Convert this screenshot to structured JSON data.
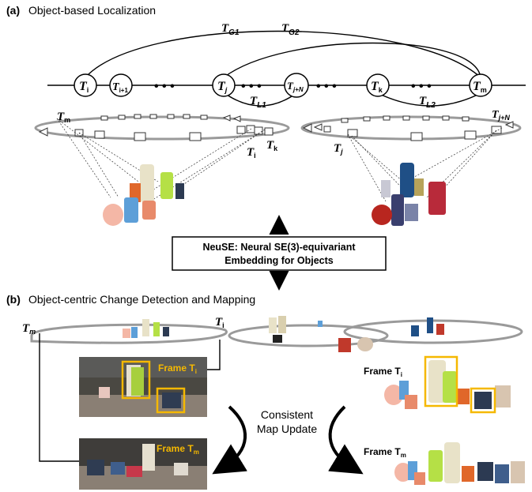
{
  "panel_a": {
    "title_letter": "(a)",
    "title": "Object-based Localization",
    "node_labels": {
      "ti": "T",
      "ti_sub": "i",
      "ti1": "T",
      "ti1_sub": "i+1",
      "tj": "T",
      "tj_sub": "j",
      "tjn": "T",
      "tjn_sub": "j+N",
      "tk": "T",
      "tk_sub": "k",
      "tm": "T",
      "tm_sub": "m"
    },
    "edge_labels": {
      "tg1": "T",
      "tg1_sub": "G1",
      "tg2": "T",
      "tg2_sub": "G2",
      "tl1": "T",
      "tl1_sub": "L1",
      "tl2": "T",
      "tl2_sub": "L2"
    },
    "traj_left": {
      "tm": "T",
      "tm_sub": "m",
      "ti": "T",
      "ti_sub": "i",
      "tk": "T",
      "tk_sub": "k"
    },
    "traj_right": {
      "tj": "T",
      "tj_sub": "j",
      "tjn": "T",
      "tjn_sub": "j+N"
    },
    "dots": "• • •"
  },
  "center_box": {
    "line1": "NeuSE: Neural SE(3)-equivariant",
    "line2": "Embedding for Objects"
  },
  "panel_b": {
    "title_letter": "(b)",
    "title": "Object-centric Change Detection and Mapping",
    "traj_tm": "T",
    "traj_tm_sub": "m",
    "traj_ti": "T",
    "traj_ti_sub": "i",
    "frame_ti_img": "Frame T",
    "frame_ti_img_sub": "i",
    "frame_tm_img": "Frame T",
    "frame_tm_img_sub": "m",
    "consistent_line1": "Consistent",
    "consistent_line2": "Map Update",
    "frame_ti_right": "Frame T",
    "frame_ti_right_sub": "i",
    "frame_tm_right": "Frame T",
    "frame_tm_right_sub": "m"
  },
  "colors": {
    "highlight": "#f5b800",
    "trajectory": "#9a9a9a",
    "ink": "#000000"
  }
}
